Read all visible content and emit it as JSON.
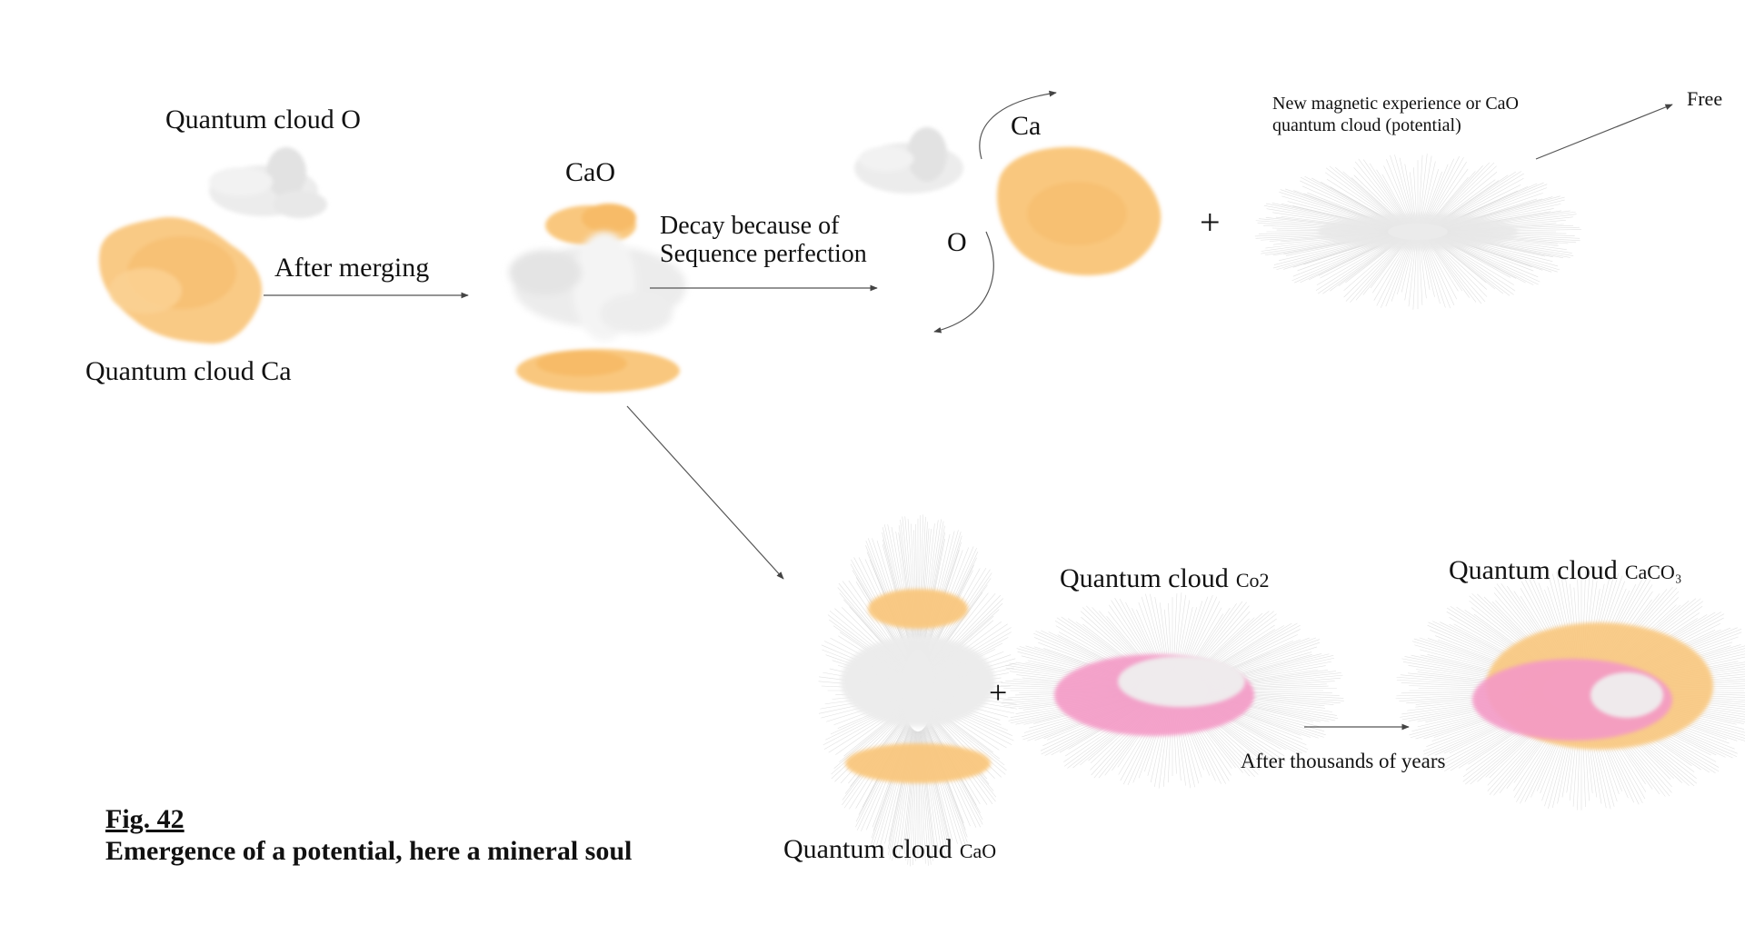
{
  "labels": {
    "quantum_cloud_o": "Quantum cloud O",
    "quantum_cloud_ca": "Quantum cloud Ca",
    "after_merging": "After merging",
    "cao": "CaO",
    "decay_line1": "Decay because of",
    "decay_line2": "Sequence perfection",
    "ca": "Ca",
    "o": "O",
    "plus": "+",
    "new_magnetic_line1": "New magnetic experience or CaO",
    "new_magnetic_line2": "quantum cloud (potential)",
    "free": "Free",
    "quantum_cloud": "Quantum cloud",
    "sub_cao": "CaO",
    "sub_co2": "Co2",
    "sub_caco3": "CaCO₃",
    "after_thousands": "After thousands of years"
  },
  "caption": {
    "number": "Fig. 42",
    "text": "Emergence of a potential, here a mineral soul"
  },
  "colors": {
    "ca_cloud": "#f9c77e",
    "o_cloud": "#e6e6e6",
    "co2_cloud": "#f49ac6",
    "field_lines": "#c8c8c8",
    "arrows": "#555555",
    "text": "#111111"
  }
}
